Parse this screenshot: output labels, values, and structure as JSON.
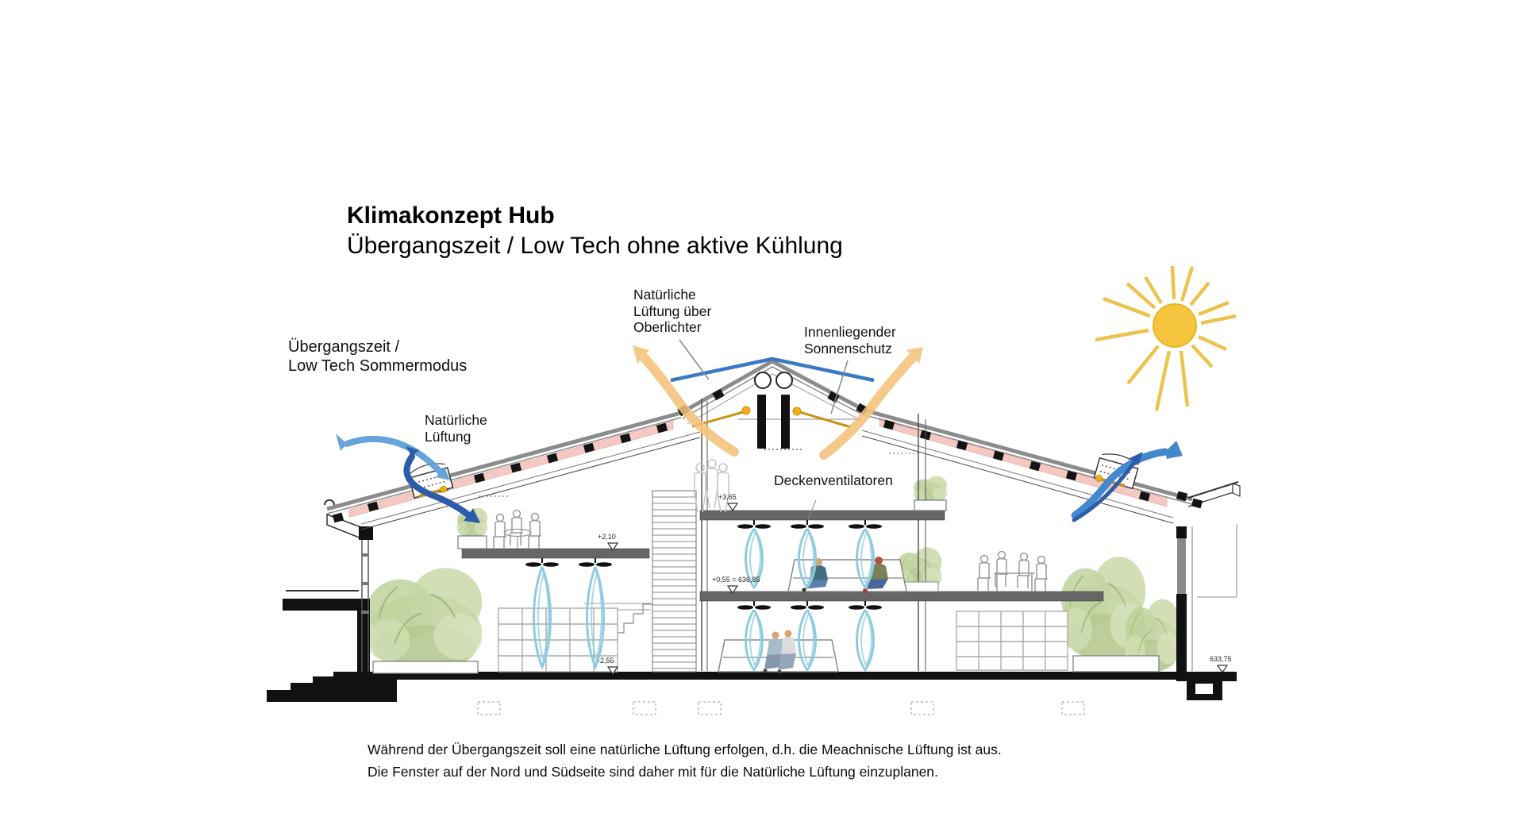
{
  "title": {
    "line1": "Klimakonzept Hub",
    "line2": "Übergangszeit / Low Tech ohne aktive Kühlung"
  },
  "annotations": {
    "skylight_vent": "Natürliche\nLüftung über\nOberlichter",
    "sun_shade": "Innenliegender\nSonnenschutz",
    "season_mode": "Übergangszeit /\nLow Tech Sommermodus",
    "natural_vent": "Natürliche\nLüftung",
    "ceiling_fans": "Deckenventilatoren"
  },
  "levels": {
    "mezzanine": "+2,10",
    "gallery": "+3,65",
    "main_floor": "+0,55 = 636,85",
    "basement": "-2,55",
    "grade": "633,75"
  },
  "footnote": {
    "line1": "Während der Übergangszeit soll eine natürliche Lüftung erfolgen, d.h. die Meachnische Lüftung ist aus.",
    "line2": "Die Fenster auf der Nord und Südseite sind daher mit für die Natürliche Lüftung einzuplanen."
  },
  "icons": {
    "sun": "sun-icon",
    "ceiling_fan": "ceiling-fan-icon",
    "airflow_loop": "airflow-loop-icon"
  },
  "colors": {
    "fresh_air_blue": "#2d5da9",
    "breeze_blue": "#67a4da",
    "ribbon_blue": "#4388cc",
    "skylight_blue": "#3a78c8",
    "exhaust_orange": "#f3c27a",
    "shade_gold": "#f2ae1c",
    "insulation_pink": "#f6c8c4",
    "sun_yellow": "#f5c53d",
    "slab_gray": "#666666",
    "airflow_cyan": "#8ecbe0"
  }
}
